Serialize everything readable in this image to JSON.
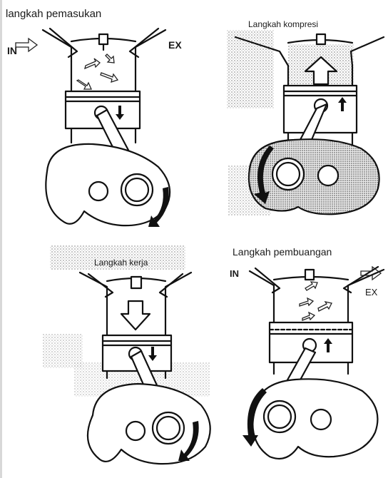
{
  "diagram": {
    "panels": [
      {
        "id": "intake",
        "title": "langkah pemasukan",
        "in_label": "IN",
        "ex_label": "EX"
      },
      {
        "id": "compression",
        "title": "Langkah kompresi",
        "in_label": "",
        "ex_label": ""
      },
      {
        "id": "power",
        "title": "Langkah kerja",
        "in_label": "",
        "ex_label": ""
      },
      {
        "id": "exhaust",
        "title": "Langkah pembuangan",
        "in_label": "IN",
        "ex_label": "EX"
      }
    ],
    "colors": {
      "ink": "#111111",
      "paper": "#ffffff",
      "halftone": "#9a9a9a"
    }
  }
}
